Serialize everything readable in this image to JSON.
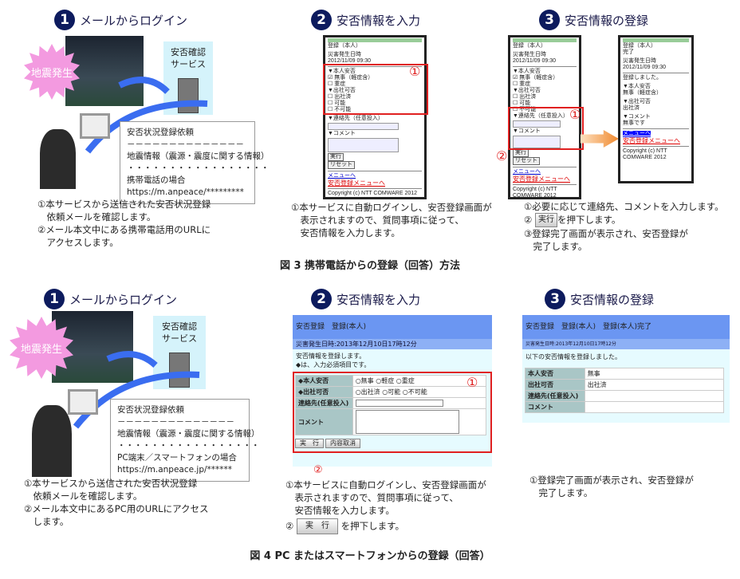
{
  "fig3": {
    "step1": {
      "num": "1",
      "title": "メールからログイン",
      "burst": "地震発生",
      "service": "安否確認\nサービス",
      "mail": "安否状況登録依頼\n－－－－－－－－－－－－－－\n地震情報（震源・震度に関する情報）\n・・・・・・・・・・・・・・・・・\n携帯電話の場合\nhttps://m.anpeace/*********",
      "desc": "①本サービスから送信された安否状況登録\n　依頼メールを確認します。\n②メール本文中にある携帯電話用のURLに\n　アクセスします。"
    },
    "step2": {
      "num": "2",
      "title": "安否情報を入力",
      "phone": {
        "title": "登録（本人）",
        "date_label": "災害発生日時",
        "date": "2012/11/09 09:30",
        "safety": "▼本人安否",
        "opt1": "無事（軽症含）",
        "opt2": "重症",
        "work": "▼出社可否",
        "opt3": "出社済",
        "opt4": "可能",
        "opt5": "不可能",
        "contact": "▼連絡先（任意投入）",
        "comment": "▼コメント",
        "exec": "実行",
        "reset": "リセット",
        "menu": "メニューへ",
        "anpi_menu": "安否登録メニューへ",
        "copyright": "Copyright (c) NTT COMWARE 2012"
      },
      "mark1": "①",
      "desc": "①本サービスに自動ログインし、安否登録画面が\n　表示されますので、質問事項に従って、\n　安否情報を入力します。"
    },
    "step3": {
      "num": "3",
      "title": "安否情報の登録",
      "mark1": "①",
      "mark2": "②",
      "done": {
        "title": "登録（本人）",
        "status": "完了",
        "date_label": "災害発生日時",
        "date": "2012/11/09 09:30",
        "msg": "登録しました。",
        "safety": "▼本人安否",
        "safety_val": "無事（軽症含）",
        "work": "▼出社可否",
        "work_val": "出社済",
        "comment": "▼コメント",
        "comment_val": "無事です"
      },
      "desc1": "①必要に応じて連絡先、コメントを入力します。",
      "desc2_pre": "②",
      "desc2_btn": "実行",
      "desc2_post": "を押下します。",
      "desc3": "③登録完了画面が表示され、安否登録が\n　完了します。"
    },
    "caption": "図 3  携帯電話からの登録（回答）方法"
  },
  "fig4": {
    "step1": {
      "num": "1",
      "title": "メールからログイン",
      "burst": "地震発生",
      "service": "安否確認\nサービス",
      "mail": "安否状況登録依頼\n－－－－－－－－－－－－－－\n地震情報（震源・震度に関する情報）\n・・・・・・・・・・・・・・・・・\nPC端末／スマートフォンの場合\nhttps://m.anpeace.jp/******",
      "desc": "①本サービスから送信された安否状況登録\n　依頼メールを確認します。\n②メール本文中にあるPC用のURLにアクセス\n　します。"
    },
    "step2": {
      "num": "2",
      "title": "安否情報を入力",
      "pc": {
        "header": "安否登録　登録(本人)",
        "date": "災害発生日時:2013年12月10日17時12分",
        "intro": "安否情報を登録します。\n◆は、入力必須項目です。",
        "k1": "◆本人安否",
        "v1": "○無事 ○軽症 ○重症",
        "k2": "◆出社可否",
        "v2": "○出社済 ○可能 ○不可能",
        "k3": "連絡先(任意投入)",
        "k4": "コメント",
        "exec": "実　行",
        "cancel": "内容取消"
      },
      "mark1": "①",
      "mark2": "②",
      "desc": "①本サービスに自動ログインし、安否登録画面が\n　表示されますので、質問事項に従って、\n　安否情報を入力します。",
      "desc2_pre": "②",
      "desc2_btn": "実　行",
      "desc2_post": "を押下します。"
    },
    "step3": {
      "num": "3",
      "title": "安否情報の登録",
      "pc": {
        "header": "安否登録　登録(本人)　登録(本人)完了",
        "date": "災害発生日時:2013年12月10日17時12分",
        "msg": "以下の安否情報を登録しました。",
        "k1": "本人安否",
        "v1": "無事",
        "k2": "出社可否",
        "v2": "出社済",
        "k3": "連絡先(任意投入)",
        "k4": "コメント"
      },
      "desc": "①登録完了画面が表示され、安否登録が\n　完了します。"
    },
    "caption": "図 4  PC またはスマートフォンからの登録（回答）"
  }
}
